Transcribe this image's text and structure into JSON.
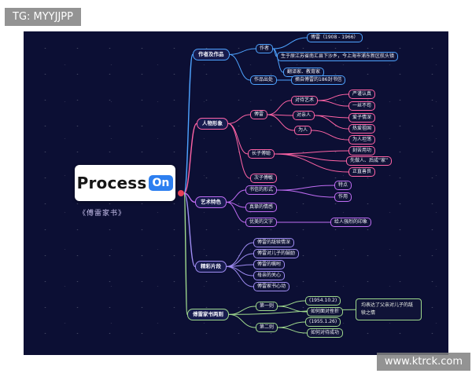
{
  "watermark_top": "TG: MYYJJPP",
  "watermark_bottom": "www.ktrck.com",
  "logo": {
    "part1": "Process",
    "part2": "On"
  },
  "colors": {
    "b1": "#4ea3ff",
    "b2": "#ff63a5",
    "b3": "#c06cf4",
    "b4": "#9f8cf2",
    "b5": "#9fd98d",
    "root": "#e84057"
  },
  "mindmap": {
    "root_title": "《傅雷家书》",
    "b1": {
      "label": "作者及作品",
      "author": "作者",
      "author_1": "傅雷（1908 - 1966）",
      "author_2": "生于原江苏省南汇县下沙乡，今上海市浦东新区航头镇",
      "author_3": "翻译家、教育家",
      "source": "作品出处",
      "source_1": "摘自傅雷的186封书信"
    },
    "b2": {
      "label": "人物形象",
      "fulei": "傅雷",
      "art": "对待艺术",
      "art_1": "严谨认真",
      "art_2": "一丝不苟",
      "family": "对亲人",
      "family_1": "爱子情深",
      "family_2": "热爱祖国",
      "conduct": "为人",
      "conduct_1": "为人坦荡",
      "fucong": "长子傅聪",
      "fucong_1": "刻苦用功",
      "fucong_2": "先做人、后成“家”",
      "fucong_3": "正直善良",
      "fumin": "次子傅敏"
    },
    "b3": {
      "label": "艺术特色",
      "form": "书信的形式",
      "form_1": "特点",
      "form_2": "作用",
      "emotion": "真挚的情感",
      "language": "优美的文字",
      "language_1": "给人强烈的印象"
    },
    "b4": {
      "label": "精彩片段",
      "item1": "傅雷的舐犊情深",
      "item2": "傅雷对儿子的鼓励",
      "item3": "傅雷的嘱咐",
      "item4": "母亲的关心",
      "item5": "傅雷家书心动"
    },
    "b5": {
      "label": "傅雷家书两则",
      "one": "第一则",
      "one_date": "(1954.10.2)",
      "one_theme": "如何面对挫折",
      "two": "第二则",
      "two_date": "(1955.1.26)",
      "two_theme": "如何对待成功",
      "note": "均表达了父亲对儿子的舐犊之情"
    }
  }
}
